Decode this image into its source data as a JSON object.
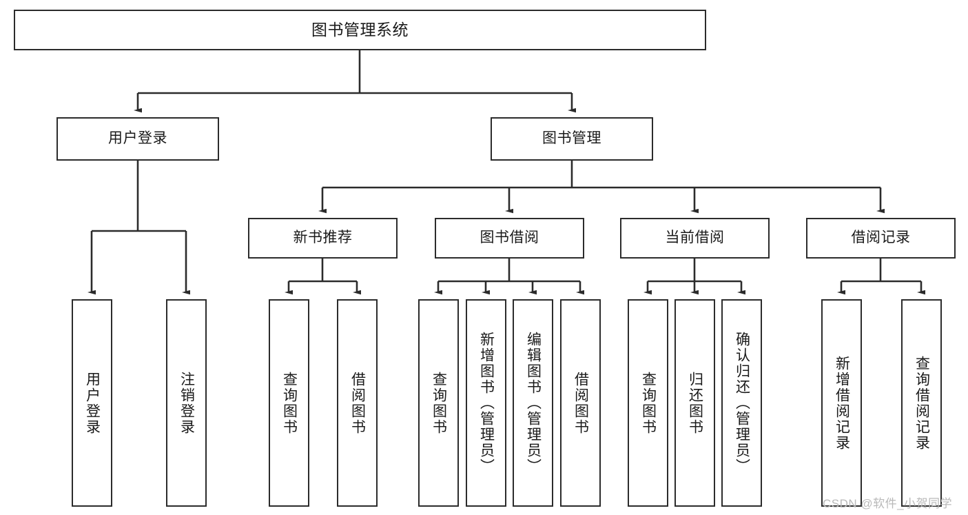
{
  "diagram": {
    "title": "图书管理系统",
    "type": "tree-hierarchy-chart",
    "orientation": "top-down",
    "theme": {
      "background": "#ffffff",
      "stroke": "#2b2b2b",
      "text": "#1a1a1a",
      "watermark": "#b9b9b9"
    },
    "watermark": "CSDN @软件_小贺同学",
    "nodes": {
      "root": {
        "label": "图书管理系统"
      },
      "level2": [
        {
          "id": "user-login",
          "label": "用户登录"
        },
        {
          "id": "book-manage",
          "label": "图书管理"
        }
      ],
      "level3": [
        {
          "id": "new-book-rec",
          "label": "新书推荐"
        },
        {
          "id": "book-borrow",
          "label": "图书借阅"
        },
        {
          "id": "current-borrow",
          "label": "当前借阅"
        },
        {
          "id": "borrow-record",
          "label": "借阅记录"
        }
      ],
      "leaves": [
        {
          "id": "leaf-user-login",
          "label": "用户登录",
          "parent": "user-login"
        },
        {
          "id": "leaf-user-logout",
          "label": "注销登录",
          "parent": "user-login"
        },
        {
          "id": "leaf-query-book-1",
          "label": "查询图书",
          "parent": "new-book-rec"
        },
        {
          "id": "leaf-borrow-book-1",
          "label": "借阅图书",
          "parent": "new-book-rec"
        },
        {
          "id": "leaf-query-book-2",
          "label": "查询图书",
          "parent": "book-borrow"
        },
        {
          "id": "leaf-add-book",
          "label": "新增图书（管理员）",
          "parent": "book-borrow"
        },
        {
          "id": "leaf-edit-book",
          "label": "编辑图书（管理员）",
          "parent": "book-borrow"
        },
        {
          "id": "leaf-borrow-book-2",
          "label": "借阅图书",
          "parent": "book-borrow"
        },
        {
          "id": "leaf-query-book-3",
          "label": "查询图书",
          "parent": "current-borrow"
        },
        {
          "id": "leaf-return-book",
          "label": "归还图书",
          "parent": "current-borrow"
        },
        {
          "id": "leaf-confirm-return",
          "label": "确认归还（管理员）",
          "parent": "current-borrow"
        },
        {
          "id": "leaf-add-record",
          "label": "新增借阅记录",
          "parent": "borrow-record"
        },
        {
          "id": "leaf-query-record",
          "label": "查询借阅记录",
          "parent": "borrow-record"
        }
      ]
    }
  }
}
